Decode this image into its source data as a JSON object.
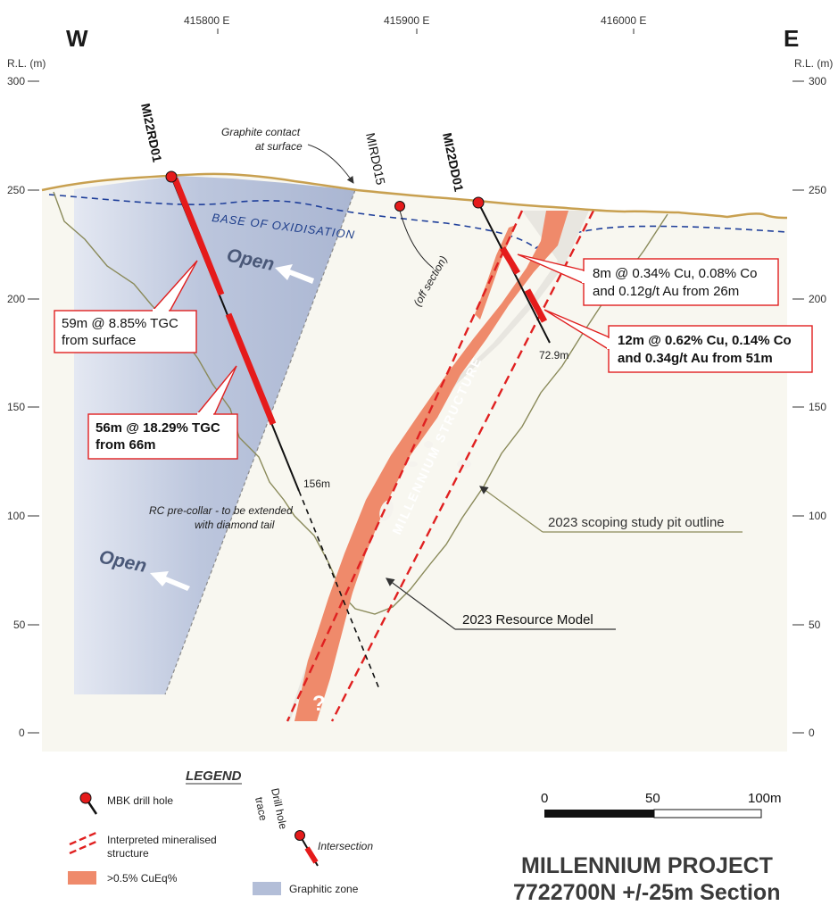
{
  "title": {
    "line1": "MILLENNIUM PROJECT",
    "line2": "7722700N +/-25m Section"
  },
  "directions": {
    "west": "W",
    "east": "E"
  },
  "eastings": [
    "415800 E",
    "415900 E",
    "416000 E"
  ],
  "rl_axis": {
    "label": "R.L. (m)",
    "ticks": [
      "300",
      "250",
      "200",
      "150",
      "100",
      "50",
      "0"
    ]
  },
  "drill_holes": [
    {
      "id": "MI22RD01",
      "depth_label": "156m"
    },
    {
      "id": "MIRD015",
      "note": "(off section)"
    },
    {
      "id": "MI22DD01",
      "depth_label": "72.9m"
    }
  ],
  "callouts": {
    "rd01_upper": {
      "line1": "59m @ 8.85% TGC",
      "line2": "from surface"
    },
    "rd01_lower": {
      "line1": "56m @ 18.29% TGC",
      "line2": "from 66m"
    },
    "dd01_upper": {
      "line1": "8m @ 0.34% Cu, 0.08% Co",
      "line2": "and 0.12g/t Au from 26m"
    },
    "dd01_lower": {
      "line1": "12m @ 0.62% Cu, 0.14% Co",
      "line2": "and 0.34g/t Au from 51m"
    }
  },
  "annotations": {
    "graphite_contact_1": "Graphite contact",
    "graphite_contact_2": "at surface",
    "base_oxidisation": "BASE OF OXIDISATION",
    "open": "Open",
    "rc_precollar_1": "RC pre-collar - to be extended",
    "rc_precollar_2": "with diamond tail",
    "millennium_structure": "MILLENNIUM STRUCTURE",
    "pit_outline": "2023 scoping study pit outline",
    "resource_model": "2023 Resource Model",
    "question": "?"
  },
  "legend": {
    "title": "LEGEND",
    "drill_hole": "MBK drill hole",
    "mineralised_1": "Interpreted mineralised",
    "mineralised_2": "structure",
    "cueq": ">0.5% CuEq%",
    "hole_trace_1": "Drill hole",
    "hole_trace_2": "trace",
    "intersection": "Intersection",
    "graphitic": "Graphitic zone"
  },
  "scale_bar": {
    "labels": [
      "0",
      "50",
      "100m"
    ]
  },
  "colors": {
    "graphitic_zone": "#b3bed8",
    "cueq_zone": "#ef8a6b",
    "mineralised_line": "#e02020",
    "intersection": "#e51b1b",
    "topography": "#c8a050",
    "oxidation": "#1f3f9a",
    "pit_outline": "#8a8a5a",
    "callout_border": "#e02020"
  }
}
